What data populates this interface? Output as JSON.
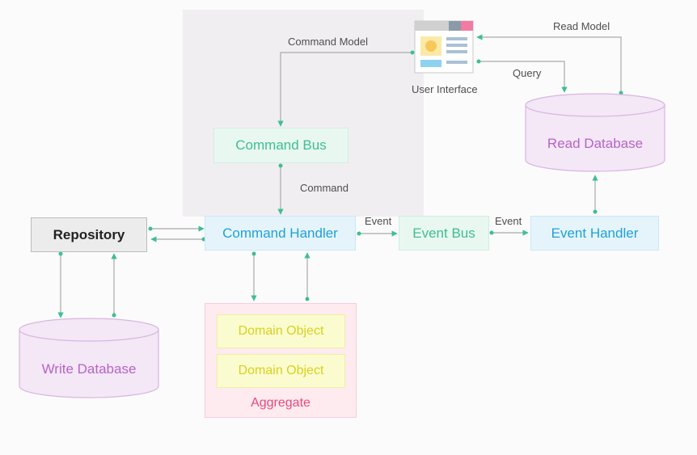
{
  "labels": {
    "command_model": "Command Model",
    "read_model": "Read Model",
    "query": "Query",
    "user_interface": "User Interface",
    "command": "Command",
    "event_1": "Event",
    "event_2": "Event"
  },
  "nodes": {
    "command_bus": "Command Bus",
    "command_handler": "Command Handler",
    "event_bus": "Event Bus",
    "event_handler": "Event Handler",
    "repository": "Repository",
    "read_database": "Read Database",
    "write_database": "Write Database",
    "domain_object_1": "Domain Object",
    "domain_object_2": "Domain Object",
    "aggregate": "Aggregate"
  },
  "colors": {
    "arrow": "#3cbf92",
    "line": "#aaaaaa",
    "database_fill": "#f4e7f6",
    "database_stroke": "#d8b6df"
  },
  "icons": {
    "user_interface": "browser-window-icon"
  }
}
